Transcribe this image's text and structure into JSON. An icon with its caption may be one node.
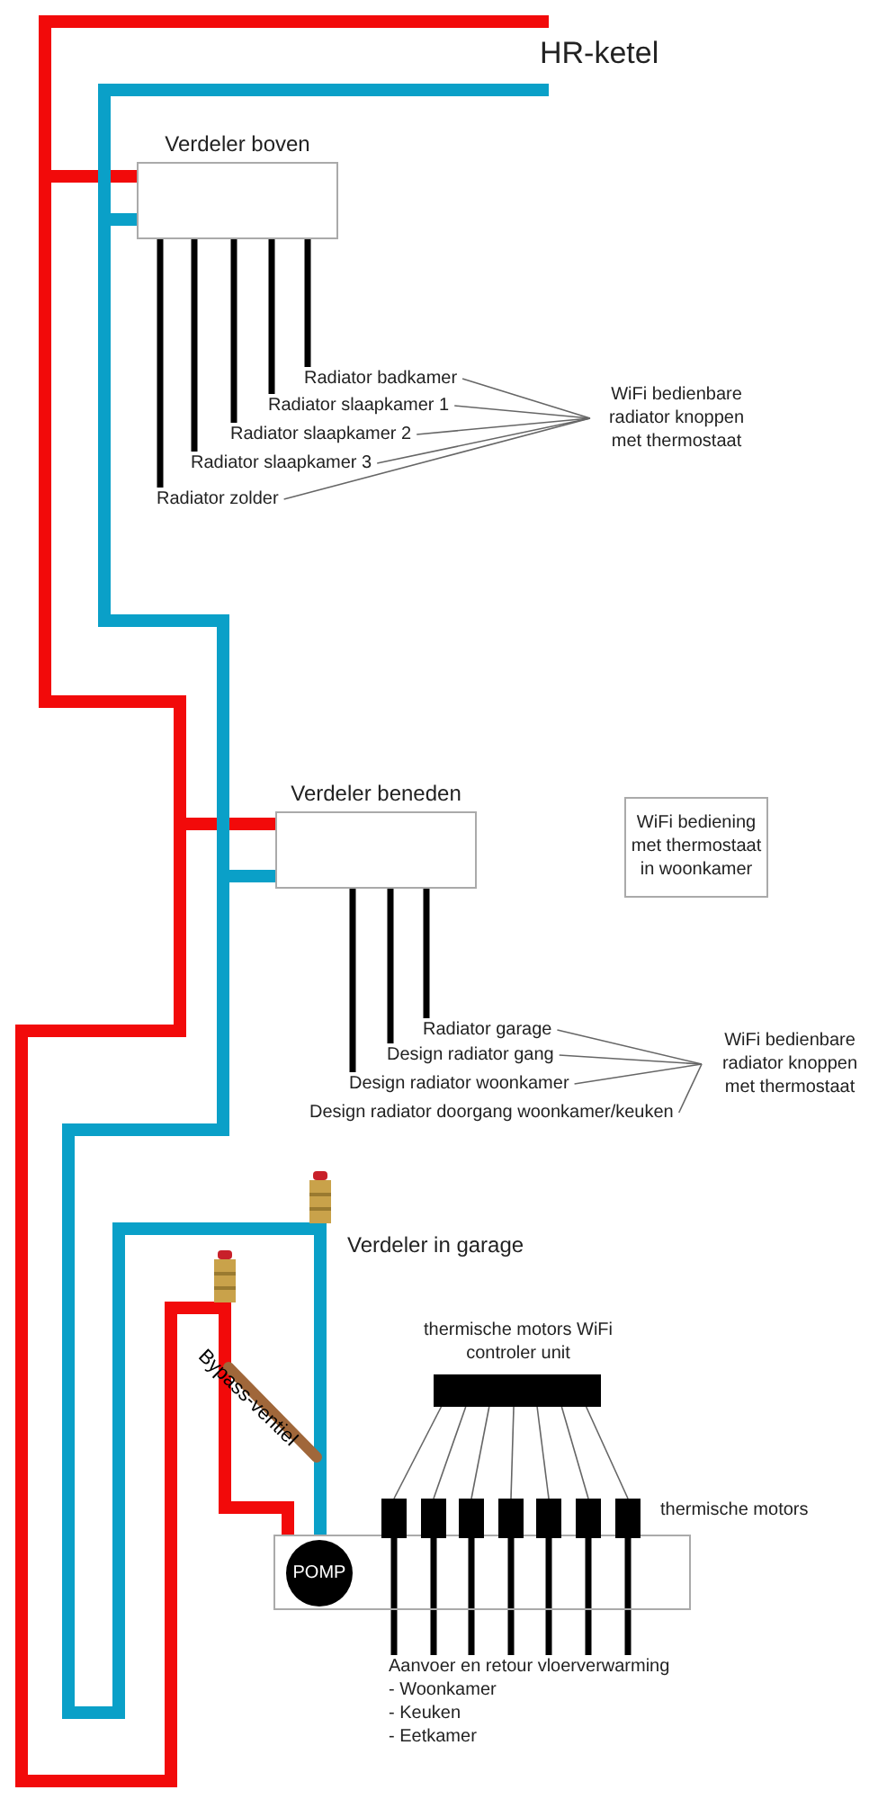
{
  "diagram": {
    "nodes": [
      {
        "text": [
          "HR-ketel"
        ]
      },
      {
        "text": [
          "Verdeler boven"
        ]
      },
      {
        "text": [
          "Radiator badkamer"
        ]
      },
      {
        "text": [
          "Radiator slaapkamer 1"
        ]
      },
      {
        "text": [
          "Radiator slaapkamer 2"
        ]
      },
      {
        "text": [
          "Radiator slaapkamer 3"
        ]
      },
      {
        "text": [
          "Radiator zolder"
        ]
      },
      {
        "text": [
          "WiFi bedienbare radiator knoppen met thermostaat"
        ]
      },
      {
        "text": [
          "Verdeler beneden"
        ]
      },
      {
        "text": [
          "WiFi bediening met thermostaat in woonkamer"
        ]
      },
      {
        "text": [
          "Radiator garage"
        ]
      },
      {
        "text": [
          "Design radiator gang"
        ]
      },
      {
        "text": [
          "Design radiator woonkamer"
        ]
      },
      {
        "text": [
          "Design radiator doorgang woonkamer/keuken"
        ]
      },
      {
        "text": [
          "WiFi bedienbare radiator knoppen met thermostaat"
        ]
      },
      {
        "text": [],
        "shape": "box"
      },
      {
        "text": [
          "POMP"
        ],
        "in": 15
      },
      {
        "text": [
          "thermische motors WiFi controler unit"
        ]
      },
      {
        "text": [],
        "shape": "box"
      },
      {
        "text": [],
        "shape": "box"
      },
      {
        "text": [],
        "shape": "box"
      },
      {
        "text": [],
        "shape": "box"
      },
      {
        "text": [],
        "shape": "box"
      },
      {
        "text": [],
        "shape": "box"
      },
      {
        "text": [],
        "shape": "box"
      },
      {
        "text": [
          "Aanvoer en retour vloerverwarming",
          "- Woonkamer",
          "- Keuken",
          "- Eetkamer"
        ]
      }
    ],
    "edges": [
      {
        "from": 0,
        "to": 1,
        "arrow": "none",
        "style": "thick",
        "color": "#f20a0a"
      },
      {
        "from": 0,
        "to": 8,
        "arrow": "none",
        "style": "thick",
        "color": "#f20a0a"
      },
      {
        "from": 0,
        "to": 15,
        "arrow": "none",
        "style": "thick",
        "color": "#f20a0a"
      },
      {
        "from": 0,
        "to": 1,
        "arrow": "none",
        "style": "thick",
        "color": "#0aa0c8"
      },
      {
        "from": 0,
        "to": 8,
        "arrow": "none",
        "style": "thick",
        "color": "#0aa0c8"
      },
      {
        "from": 0,
        "to": 15,
        "arrow": "none",
        "style": "thick",
        "color": "#0aa0c8"
      },
      {
        "from": 1,
        "to": 2,
        "arrow": "none",
        "color": "#000000"
      },
      {
        "from": 1,
        "to": 3,
        "arrow": "none",
        "color": "#000000"
      },
      {
        "from": 1,
        "to": 4,
        "arrow": "none",
        "color": "#000000"
      },
      {
        "from": 1,
        "to": 5,
        "arrow": "none",
        "color": "#000000"
      },
      {
        "from": 1,
        "to": 6,
        "arrow": "none",
        "color": "#000000"
      },
      {
        "from": 2,
        "to": 7,
        "arrow": "none"
      },
      {
        "from": 3,
        "to": 7,
        "arrow": "none"
      },
      {
        "from": 4,
        "to": 7,
        "arrow": "none"
      },
      {
        "from": 5,
        "to": 7,
        "arrow": "none"
      },
      {
        "from": 6,
        "to": 7,
        "arrow": "none"
      },
      {
        "from": 8,
        "to": 10,
        "arrow": "none",
        "color": "#000000"
      },
      {
        "from": 8,
        "to": 11,
        "arrow": "none",
        "color": "#000000"
      },
      {
        "from": 8,
        "to": 12,
        "arrow": "none",
        "color": "#000000"
      },
      {
        "from": 10,
        "to": 14,
        "arrow": "none"
      },
      {
        "from": 11,
        "to": 14,
        "arrow": "none"
      },
      {
        "from": 12,
        "to": 14,
        "arrow": "none"
      },
      {
        "from": 13,
        "to": 14,
        "arrow": "none"
      },
      {
        "from": 17,
        "to": 18,
        "arrow": "none"
      },
      {
        "from": 17,
        "to": 19,
        "arrow": "none"
      },
      {
        "from": 17,
        "to": 20,
        "arrow": "none"
      },
      {
        "from": 17,
        "to": 21,
        "arrow": "none"
      },
      {
        "from": 17,
        "to": 22,
        "arrow": "none"
      },
      {
        "from": 17,
        "to": 23,
        "arrow": "none"
      },
      {
        "from": 17,
        "to": 24,
        "arrow": "none"
      },
      {
        "from": 18,
        "to": 25,
        "arrow": "none",
        "color": "#000000"
      },
      {
        "from": 19,
        "to": 25,
        "arrow": "none",
        "color": "#000000"
      },
      {
        "from": 20,
        "to": 25,
        "arrow": "none",
        "color": "#000000"
      },
      {
        "from": 21,
        "to": 25,
        "arrow": "none",
        "color": "#000000"
      },
      {
        "from": 22,
        "to": 25,
        "arrow": "none",
        "color": "#000000"
      },
      {
        "from": 23,
        "to": 25,
        "arrow": "none",
        "color": "#000000"
      },
      {
        "from": 24,
        "to": 25,
        "arrow": "none",
        "color": "#000000"
      }
    ],
    "labels": [
      "Verdeler in garage",
      "Bypass-ventiel",
      "thermische motors"
    ]
  }
}
